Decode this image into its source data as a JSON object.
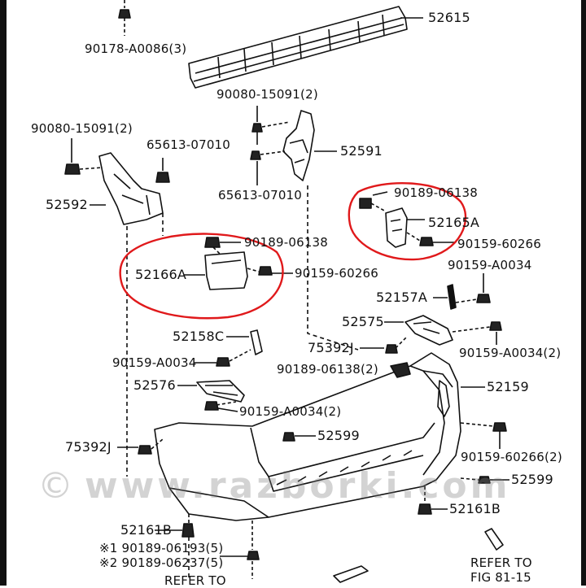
{
  "labels": {
    "p52615": "52615",
    "p90178": "90178-A0086(3)",
    "p90080_a": "90080-15091(2)",
    "p90080_b": "90080-15091(2)",
    "p65613_a": "65613-07010",
    "p65613_b": "65613-07010",
    "p52591": "52591",
    "p52592": "52592",
    "p90189_a": "90189-06138",
    "p52165A": "52165A",
    "p90159_60266_a": "90159-60266",
    "p90189_b": "90189-06138",
    "p52166A": "52166A",
    "p90159_60266_b": "90159-60266",
    "p90159_A0034_a": "90159-A0034",
    "p52157A": "52157A",
    "p52575": "52575",
    "p52158C": "52158C",
    "p75392J_a": "75392J",
    "p90159_A0034_2a": "90159-A0034(2)",
    "p90159_A0034_b": "90159-A0034",
    "p90189_06138_2": "90189-06138(2)",
    "p52159": "52159",
    "p52576": "52576",
    "p90159_A0034_2b": "90159-A0034(2)",
    "p52599_a": "52599",
    "p75392J_b": "75392J",
    "p90159_60266_2": "90159-60266(2)",
    "p52599_b": "52599",
    "p52161B_a": "52161B",
    "p52161B_b": "52161B",
    "p90189_06193": "※1 90189-06193(5)",
    "p90189_06237": "※2 90189-06237(5)",
    "refer_fig_a": "REFER TO",
    "refer_fig_b_1": "REFER TO",
    "refer_fig_b_2": "FIG 81-15"
  },
  "watermark": {
    "symbol": "©",
    "text": "www.razborki.com"
  },
  "colors": {
    "line": "#111111",
    "highlight_circle": "#e0191b",
    "watermark": "#8a8a8a"
  }
}
